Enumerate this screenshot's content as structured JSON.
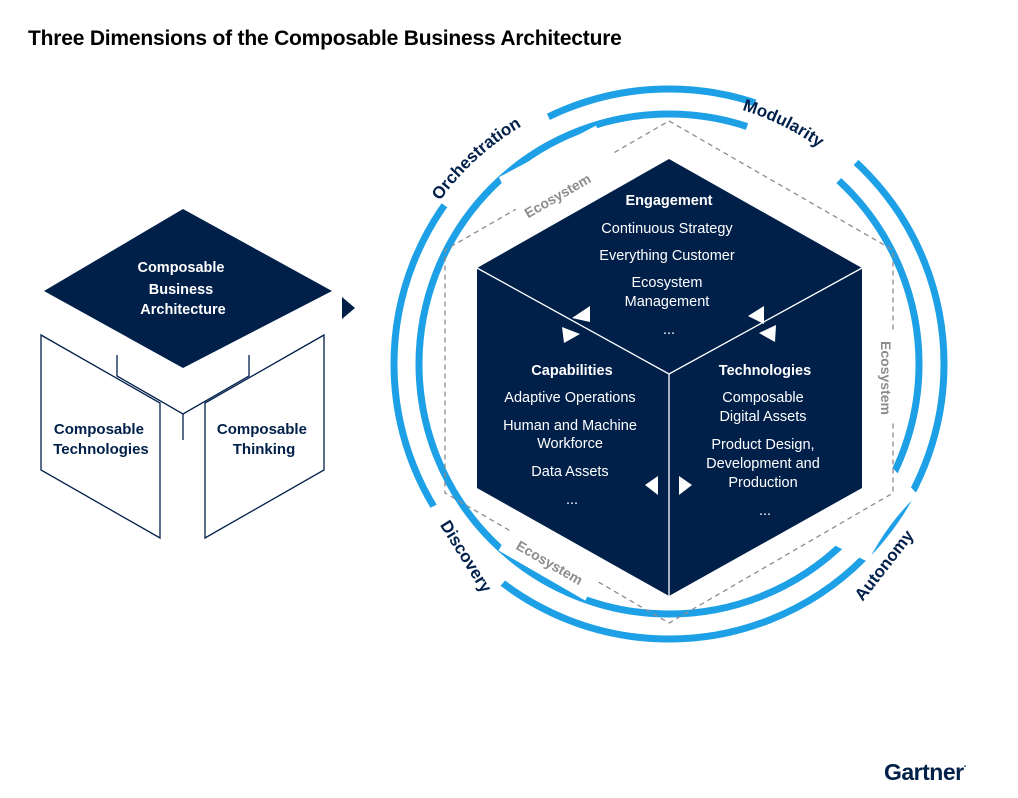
{
  "title": "Three Dimensions of the Composable Business Architecture",
  "left_cube": {
    "top": [
      "Composable",
      "Business",
      "Architecture"
    ],
    "left": [
      "Composable",
      "Technologies"
    ],
    "right": [
      "Composable",
      "Thinking"
    ]
  },
  "ring_labels": {
    "orchestration": "Orchestration",
    "modularity": "Modularity",
    "discovery": "Discovery",
    "autonomy": "Autonomy"
  },
  "ecosystem_label": "Ecosystem",
  "engagement": {
    "heading": "Engagement",
    "items": [
      "Continuous Strategy",
      "Everything Customer",
      "Ecosystem",
      "Management",
      "..."
    ]
  },
  "capabilities": {
    "heading": "Capabilities",
    "items": [
      "Adaptive Operations",
      "Human and Machine",
      "Workforce",
      "Data Assets",
      "..."
    ]
  },
  "technologies": {
    "heading": "Technologies",
    "items": [
      "Composable",
      "Digital Assets",
      "Product Design,",
      "Development and",
      "Production",
      "..."
    ]
  },
  "logo": "Gartner",
  "colors": {
    "navy": "#00204a",
    "ring_blue": "#1ea0e6",
    "eco_gray": "#8c8c8c"
  }
}
